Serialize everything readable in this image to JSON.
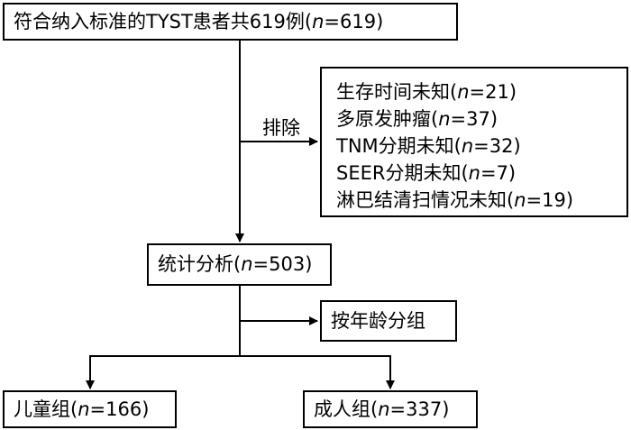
{
  "diagram": {
    "top_box": {
      "prefix": "符合纳入标准的TYST患者共619例(",
      "n": "n",
      "suffix": "=619)"
    },
    "exclude_label": "排除",
    "exclusions": [
      {
        "prefix": "生存时间未知(",
        "n": "n",
        "suffix": "=21)"
      },
      {
        "prefix": "多原发肿瘤(",
        "n": "n",
        "suffix": "=37)"
      },
      {
        "prefix": "TNM分期未知(",
        "n": "n",
        "suffix": "=32)"
      },
      {
        "prefix": "SEER分期未知(",
        "n": "n",
        "suffix": "=7)"
      },
      {
        "prefix": "淋巴结清扫情况未知(",
        "n": "n",
        "suffix": "=19)"
      }
    ],
    "analysis_box": {
      "prefix": "统计分析(",
      "n": "n",
      "suffix": "=503)"
    },
    "group_box": {
      "label": "按年龄分组"
    },
    "child_box": {
      "prefix": "儿童组(",
      "n": "n",
      "suffix": "=166)"
    },
    "adult_box": {
      "prefix": "成人组(",
      "n": "n",
      "suffix": "=337)"
    }
  }
}
